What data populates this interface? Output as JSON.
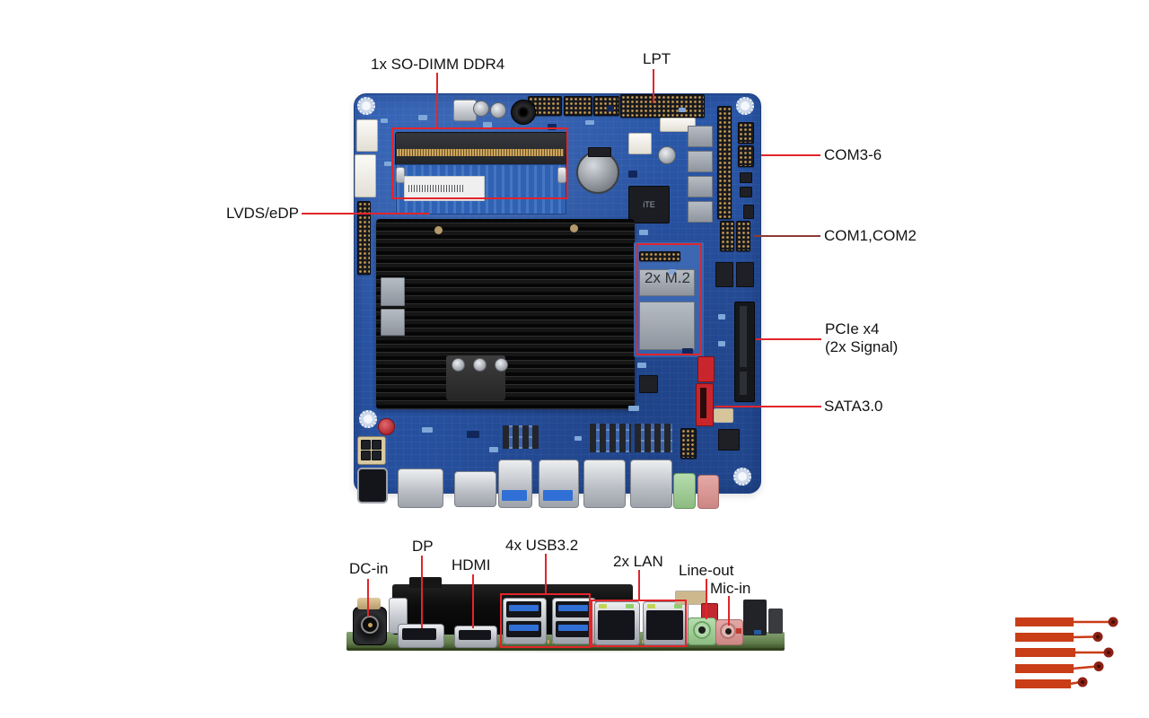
{
  "product": {
    "description": "Annotated mini-ITX motherboard: top view and rear I/O side view"
  },
  "colors": {
    "pcb_blue": "#2a57a9",
    "annotation_red": "#e2252b",
    "annotation_dark_red": "#8e3937",
    "pcb_edge_green": "#5f7c49",
    "heatsink_black": "#101010",
    "logo_orange": "#c93d17",
    "logo_dark_red": "#8c2014",
    "line_out_green": "#8cbc82",
    "mic_in_pink": "#cc8784",
    "usb_blue": "#2f6fd6"
  },
  "top_view": {
    "labels": {
      "so_dimm": "1x SO-DIMM DDR4",
      "lpt": "LPT",
      "com3_6": "COM3-6",
      "com1_com2": "COM1,COM2",
      "lvds_edp": "LVDS/eDP",
      "m2": "2x M.2",
      "pcie_line1": "PCIe x4",
      "pcie_line2": "(2x Signal)",
      "sata": "SATA3.0"
    },
    "chip_label": "iTE"
  },
  "bottom_view": {
    "labels": {
      "dc_in": "DC-in",
      "dp": "DP",
      "hdmi": "HDMI",
      "usb": "4x USB3.2",
      "lan": "2x LAN",
      "line_out": "Line-out",
      "mic_in": "Mic-in"
    }
  }
}
